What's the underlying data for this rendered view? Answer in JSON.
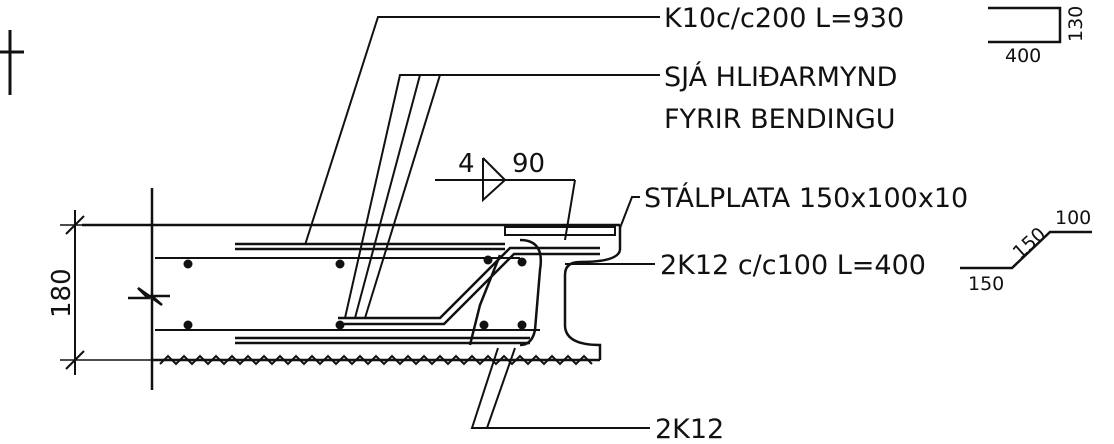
{
  "labels": {
    "bar_k10": "K10c/c200 L=930",
    "see_side_1": "SJÁ HLIÐARMYND",
    "see_side_2": "FYRIR BENDINGU",
    "steel_plate": "STÁLPLATA 150x100x10",
    "bar_2k12_cc": "2K12 c/c100 L=400",
    "bar_2k12": "2K12"
  },
  "weld": {
    "size": "4",
    "length": "90"
  },
  "dimensions": {
    "slab_thickness": "180",
    "k10_leg": "130",
    "k10_length": "400",
    "k12_a": "150",
    "k12_b": "150",
    "k12_c": "100"
  }
}
